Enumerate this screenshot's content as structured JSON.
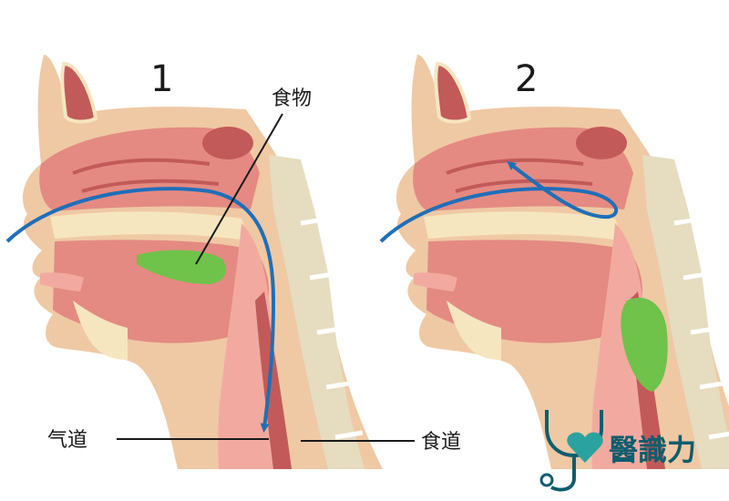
{
  "panels": [
    {
      "number": "1"
    },
    {
      "number": "2"
    }
  ],
  "labels": {
    "food": "食物",
    "airway": "气道",
    "esophagus": "食道"
  },
  "brand": {
    "name": "醫識力"
  },
  "colors": {
    "skin": "#efc9a4",
    "tissue": "#e48a82",
    "tissue_light": "#f2aaa0",
    "tissue_dark": "#c25a5a",
    "bone": "#f5e6bf",
    "food": "#6fc24a",
    "arrow": "#1f6fb8",
    "spine": "#e6dcc0"
  }
}
